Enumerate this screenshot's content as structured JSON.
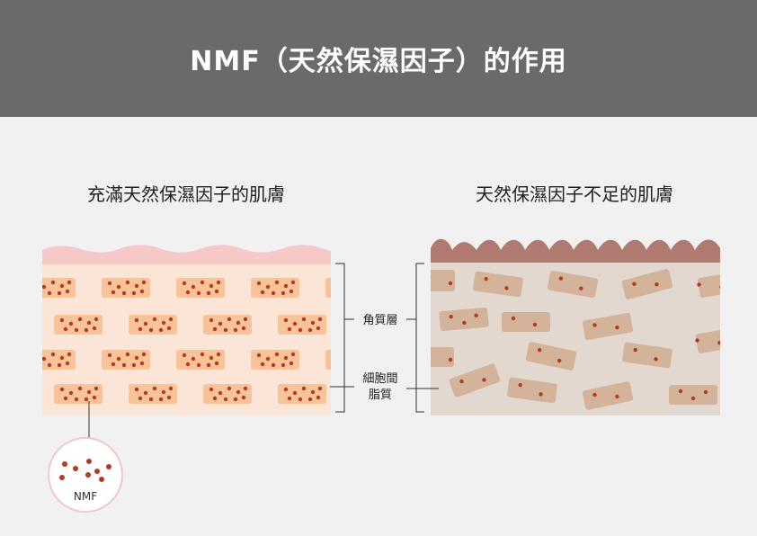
{
  "title": "NMF（天然保濕因子）的作用",
  "left_panel": {
    "caption": "充滿天然保濕因子的肌膚"
  },
  "right_panel": {
    "caption": "天然保濕因子不足的肌膚"
  },
  "labels": {
    "stratum_corneum": "角質層",
    "intercellular_lipid_line1": "細胞間",
    "intercellular_lipid_line2": "脂質",
    "nmf": "NMF"
  },
  "colors": {
    "header_bg": "#6a6a6a",
    "healthy_surface": "#f6c8c8",
    "healthy_body": "#fbe5d6",
    "healthy_cell": "#f8c398",
    "dry_surface": "#b07a70",
    "dry_body": "#e3d8d0",
    "dry_cell": "#d3b39a",
    "nmf_dot": "#b53a22"
  }
}
